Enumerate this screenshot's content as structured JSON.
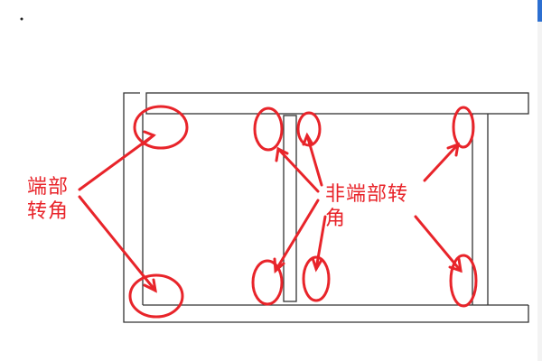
{
  "diagram": {
    "labels": {
      "end_corner_line1": "端部",
      "end_corner_line2": "转角",
      "non_end_corner_line1": "非端部转",
      "non_end_corner_line2": "角"
    },
    "colors": {
      "annotation": "#e8242a",
      "structure_line": "#333333"
    }
  }
}
